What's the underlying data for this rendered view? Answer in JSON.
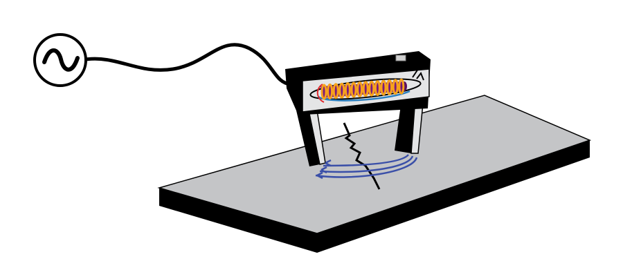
{
  "diagram": {
    "components": [
      "ac-power-source",
      "power-cable",
      "magnetic-yoke",
      "coil",
      "test-plate",
      "crack",
      "magnetic-field-lines"
    ],
    "colors": {
      "plate_top": "#c4c5c7",
      "plate_edge": "#000000",
      "yoke_face": "#e4e5e6",
      "core": "#7a1a7e",
      "coil": "#f7a21b",
      "field_lines": "#3a4fa8",
      "field_loop_blue": "#2a7fc0",
      "current_arrow": "#e0282e"
    }
  }
}
